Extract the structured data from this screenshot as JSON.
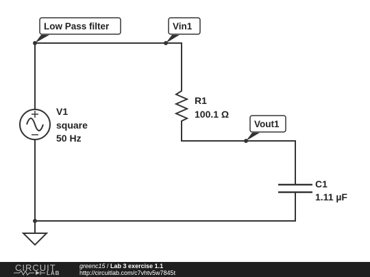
{
  "tags": {
    "lowpass": "Low Pass filter",
    "vin": "Vin1",
    "vout": "Vout1"
  },
  "components": {
    "v1": {
      "name": "V1",
      "type": "square",
      "freq": "50 Hz"
    },
    "r1": {
      "name": "R1",
      "value": "100.1 Ω"
    },
    "c1": {
      "name": "C1",
      "value": "1.11 µF"
    }
  },
  "footer": {
    "logo_top": "CIRCUIT",
    "logo_bottom": "LAB",
    "user": "greenc15",
    "separator": " / ",
    "project": "Lab 3 exercise 1.1",
    "url": "http://circuitlab.com/c7vhtv5w7845t"
  },
  "colors": {
    "wire": "#333333",
    "footer_bg": "#1f1f1f"
  }
}
